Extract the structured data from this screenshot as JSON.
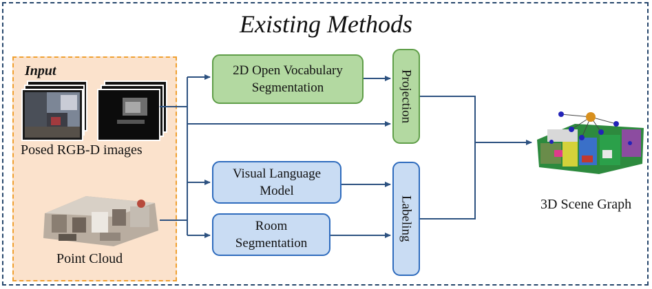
{
  "title": "Existing Methods",
  "input": {
    "label": "Input",
    "rgbd_caption": "Posed RGB-D images",
    "pointcloud_caption": "Point Cloud"
  },
  "boxes": {
    "ovseg": "2D Open Vocabulary Segmentation",
    "projection": "Projection",
    "vlm": "Visual Language Model",
    "roomseg": "Room Segmentation",
    "labeling": "Labeling"
  },
  "output": {
    "caption": "3D Scene Graph"
  },
  "colors": {
    "frame": "#25456b",
    "input_fill": "#fbe2cc",
    "input_border": "#f0a030",
    "green_fill": "#b3d9a1",
    "green_border": "#5f9e48",
    "blue_fill": "#c9dcf3",
    "blue_border": "#2e6bbd",
    "arrow": "#2c5180"
  }
}
